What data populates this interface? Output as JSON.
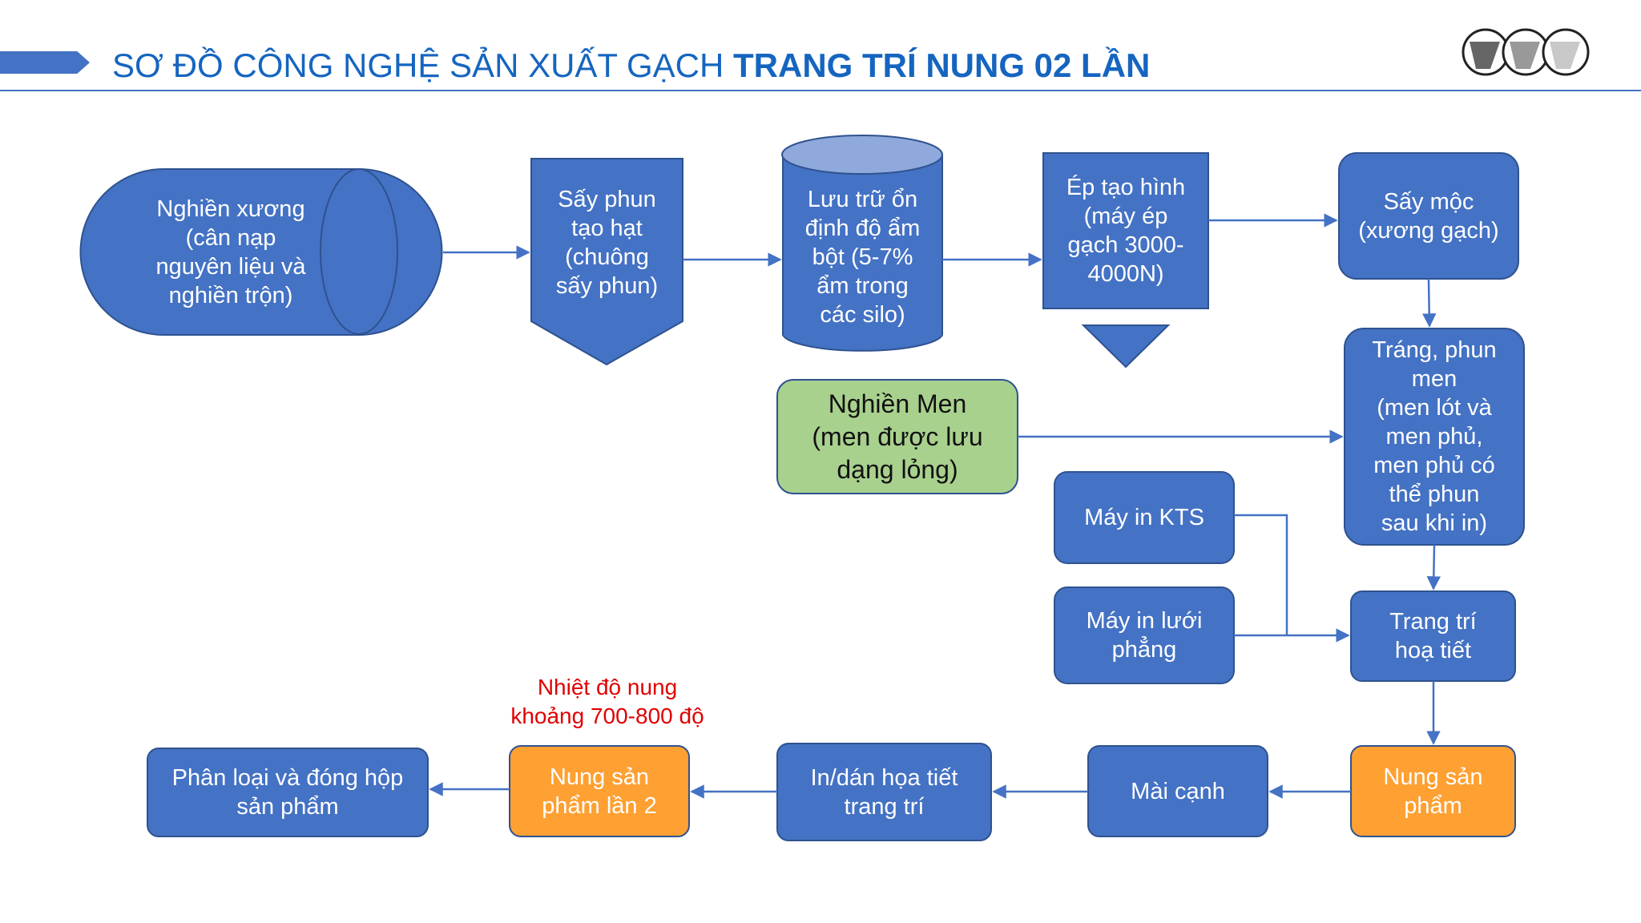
{
  "header": {
    "title_regular": "SƠ ĐỒ CÔNG NGHỆ SẢN XUẤT GẠCH ",
    "title_bold": "TRANG TRÍ NUNG 02 LẦN"
  },
  "colors": {
    "blue_fill": "#4472c4",
    "blue_stroke": "#2f528f",
    "green_fill": "#a9d18e",
    "green_stroke": "#548235",
    "orange_fill": "#ffa032",
    "arrow": "#4472c4",
    "note": "#e00000"
  },
  "nodes": {
    "nghien_xuong": "Nghiền xương\n(cân nạp\nnguyên liệu và\nnghiền trộn)",
    "say_phun": "Sấy phun\ntạo hạt\n(chuông\nsấy phun)",
    "luu_tru": "Lưu trữ ổn\nđịnh độ ẩm\nbột (5-7%\nẩm trong\ncác silo)",
    "ep_tao_hinh": "Ép tạo hình\n(máy ép\ngạch 3000-\n4000N)",
    "say_moc": "Sấy mộc\n(xương gạch)",
    "trang_phun_men": "Tráng, phun\nmen\n(men lót và\nmen phủ,\nmen phủ có\nthể phun\nsau khi in)",
    "nghien_men": "Nghiền Men\n(men được lưu\ndạng lỏng)",
    "may_in_kts": "Máy in KTS",
    "may_in_luoi": "Máy in lưới\nphẳng",
    "trang_tri": "Trang trí\nhoạ tiết",
    "nung_san_pham": "Nung sản\nphẩm",
    "mai_canh": "Mài cạnh",
    "in_dan": "In/dán họa tiết\ntrang trí",
    "nung_lan_2": "Nung sản\nphẩm lần 2",
    "phan_loai": "Phân loại và đóng hộp\nsản phẩm"
  },
  "note": "Nhiệt độ nung\nkhoảng 700-800 độ"
}
